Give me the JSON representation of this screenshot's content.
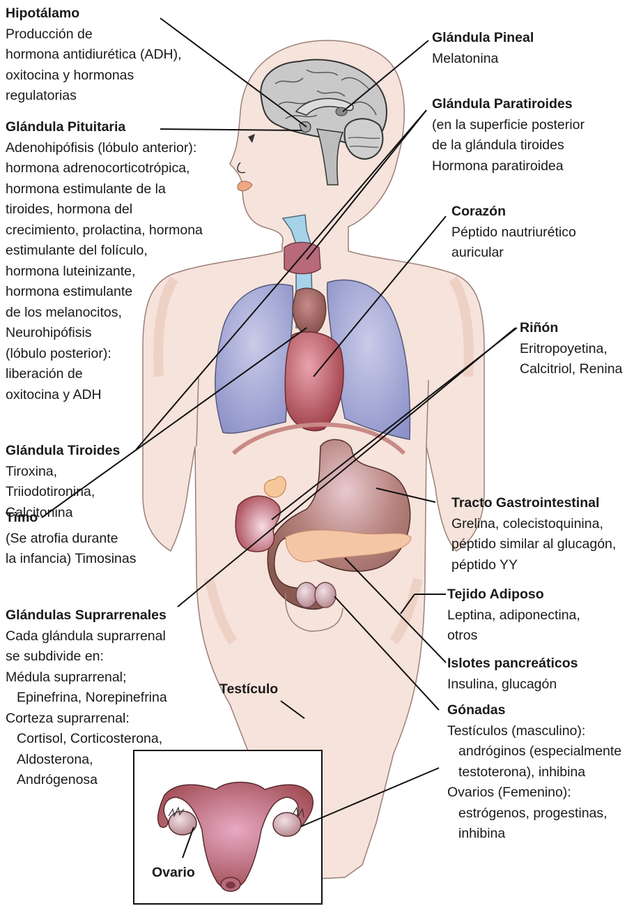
{
  "labels": {
    "hipotalamo": {
      "title": "Hipotálamo",
      "lines": [
        "Producción de",
        "hormona antidiurética (ADH),",
        "oxitocina y hormonas",
        "regulatorias"
      ]
    },
    "pituitaria": {
      "title": "Glándula Pituitaria",
      "lines": [
        "Adenohipófisis (lóbulo anterior):",
        "hormona adrenocorticotrópica,",
        "hormona estimulante de la",
        "tiroides, hormona del",
        "crecimiento, prolactina, hormona",
        "estimulante del folículo,",
        "hormona luteinizante,",
        "hormona estimulante",
        "de los melanocitos,",
        "Neurohipófisis",
        "(lóbulo posterior):",
        "liberación de",
        "oxitocina y ADH"
      ]
    },
    "tiroides": {
      "title": "Glándula Tiroides",
      "lines": [
        "Tiroxina,",
        "Triiodotironina,",
        "Calcitonina"
      ]
    },
    "timo": {
      "title": "Timo",
      "lines": [
        "(Se atrofia durante",
        "la infancia) Timosinas"
      ]
    },
    "suprarrenales": {
      "title": "Glándulas Suprarrenales",
      "lines": [
        "Cada glándula suprarrenal",
        "se subdivide en:",
        "Médula suprarrenal;"
      ],
      "lines_indent_1": [
        "Epinefrina, Norepinefrina"
      ],
      "lines_2": [
        "Corteza suprarrenal:"
      ],
      "lines_indent_2": [
        "Cortisol, Corticosterona,",
        "Aldosterona,",
        "Andrógenosa"
      ]
    },
    "pineal": {
      "title": "Glándula Pineal",
      "lines": [
        "Melatonina"
      ]
    },
    "paratiroides": {
      "title": "Glándula Paratiroides",
      "lines": [
        "(en la superficie posterior",
        "de la glándula tiroides",
        "Hormona paratiroidea"
      ]
    },
    "corazon": {
      "title": "Corazón",
      "lines": [
        "Péptido nautriurético",
        "auricular"
      ]
    },
    "rinon": {
      "title": "Riñón",
      "lines": [
        "Eritropoyetina,",
        "Calcitriol, Renina"
      ]
    },
    "gastro": {
      "title": "Tracto Gastrointestinal",
      "lines": [
        "Grelina, colecistoquinina,",
        "péptido similar al glucagón,",
        "péptido YY"
      ]
    },
    "adiposo": {
      "title": "Tejido Adiposo",
      "lines": [
        "Leptina, adiponectina,",
        "otros"
      ]
    },
    "islotes": {
      "title": "Islotes pancreáticos",
      "lines": [
        "Insulina, glucagón"
      ]
    },
    "gonadas": {
      "title": "Gónadas",
      "lines": [
        "Testículos (masculino):"
      ],
      "lines_indent_1": [
        "andróginos (especialmente",
        "testoterona), inhibina"
      ],
      "lines_2": [
        "Ovarios (Femenino):"
      ],
      "lines_indent_2": [
        "estrógenos, progestinas,",
        "inhibina"
      ]
    },
    "testiculo": "Testículo",
    "ovario": "Ovario"
  },
  "colors": {
    "skin": "#f6e3db",
    "skin_shade": "#ecccbd",
    "outline": "#6e5650",
    "brain": "#c9c9c9",
    "lung": "#a4a8d6",
    "trachea": "#a7d3ea",
    "organ_red": "#a84c54",
    "stomach": "#9a6a62",
    "pancreas": "#f5c6a6",
    "uterus": "#a04b52",
    "leader": "#111111"
  }
}
